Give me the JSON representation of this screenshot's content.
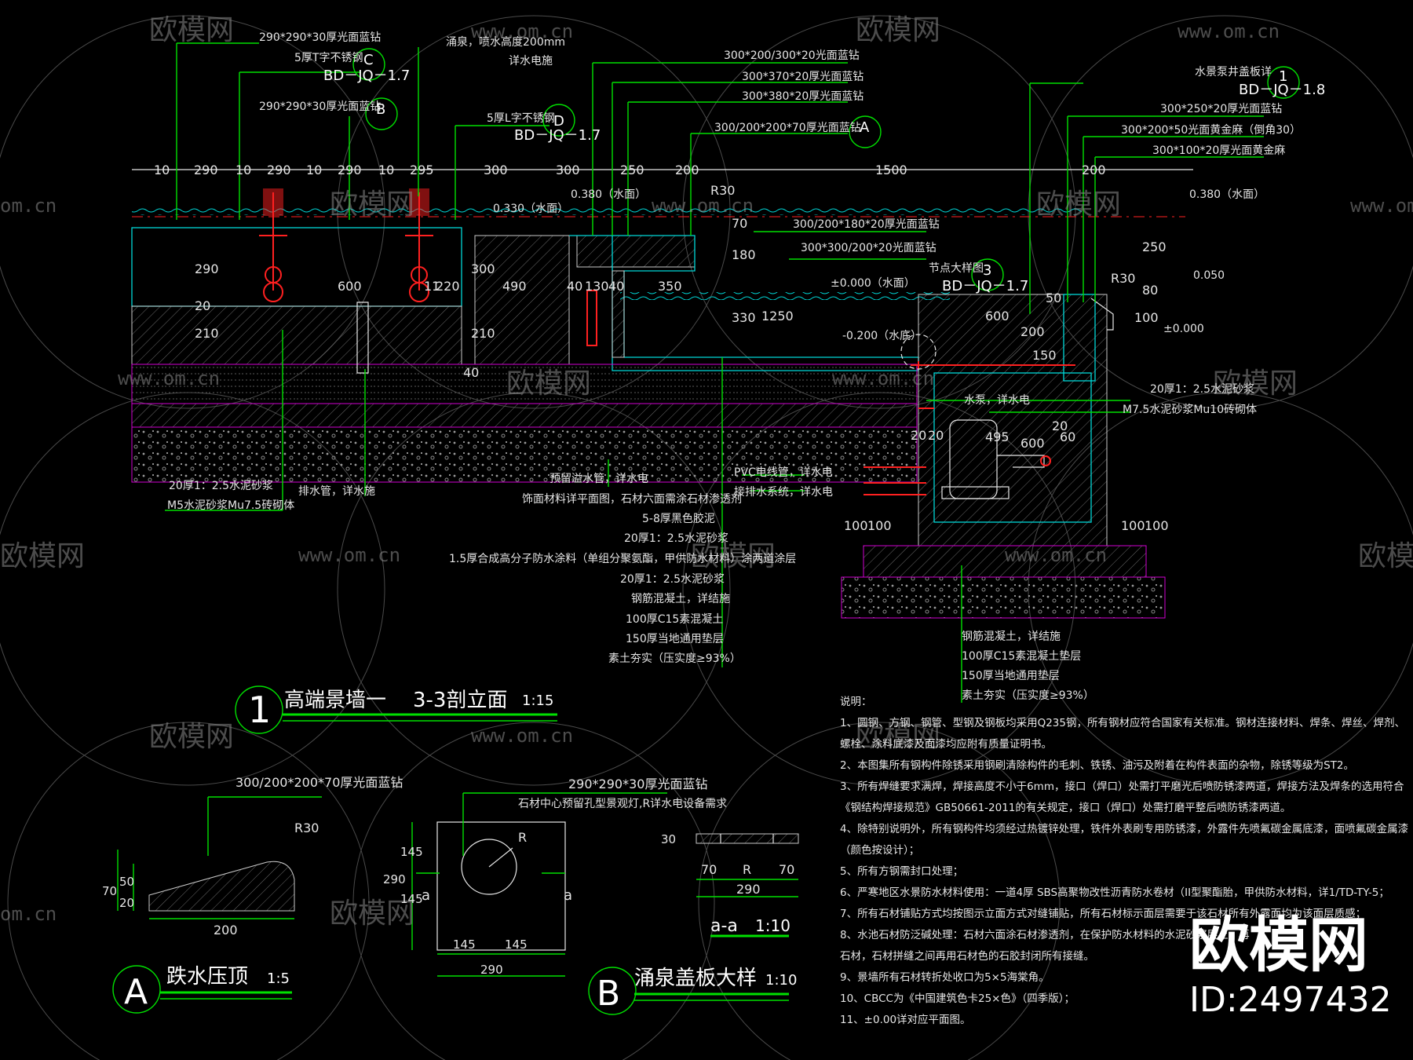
{
  "watermarks": {
    "brand": "欧模网",
    "url": "www.om.cn",
    "url_short": "om.cn"
  },
  "brand_stamp": {
    "name": "欧模网",
    "id": "ID:2497432"
  },
  "main_section": {
    "top_dims": [
      "10",
      "290",
      "10",
      "290",
      "10",
      "290",
      "10",
      "295",
      "300",
      "300",
      "250",
      "200",
      "1500",
      "200"
    ],
    "labels": [
      "290*290*30厚光面蓝钻",
      "涌泉，喷水高度200mm",
      "详水电施",
      "5厚T字不锈钢",
      "BD－JQ－1.7",
      "290*290*30厚光面蓝钻",
      "5厚L字不锈钢",
      "BD－JQ－1.7",
      "300*200/300*20光面蓝钻",
      "300*370*20厚光面蓝钻",
      "300*380*20厚光面蓝钻",
      "300/200*200*70厚光面蓝钻",
      "水景泵井盖板详",
      "BD－JQ－1.8",
      "300*250*20厚光面蓝钻",
      "300*200*50光面黄金麻（倒角30）",
      "300*100*20厚光面黄金麻",
      "0.330（水面）",
      "0.380（水面）",
      "0.380（水面）",
      "300/200*180*20厚光面蓝钻",
      "300*300/200*20光面蓝钻",
      "节点大样图",
      "BD－JQ－1.7",
      "±0.000（水面）",
      "0.050",
      "±0.000",
      "-0.200（水底）",
      "水泵，详水电",
      "20厚1：2.5水泥砂浆",
      "M7.5水泥砂浆Mu10砖砌体",
      "20厚1：2.5水泥砂浆",
      "M5水泥砂浆Mu7.5砖砌体",
      "排水管，详水施",
      "预留溢水管，详水电",
      "饰面材料详平面图，石材六面需涂石材渗透剂",
      "5-8厚黑色胶泥",
      "20厚1：2.5水泥砂浆",
      "1.5厚合成高分子防水涂料（单组分聚氨酯，甲供防水材料）涂两道涂层",
      "20厚1：2.5水泥砂浆",
      "钢筋混凝土，详结施",
      "100厚C15素混凝土",
      "150厚当地通用垫层",
      "素土夯实（压实度≥93%）",
      "PVC电线管，详水电",
      "接排水系统，详水电",
      "钢筋混凝土，详结施",
      "100厚C15素混凝土垫层",
      "150厚当地通用垫层",
      "素土夯实（压实度≥93%）"
    ],
    "inner_dims": [
      "600",
      "11",
      "220",
      "490",
      "40",
      "130",
      "40",
      "350",
      "1250",
      "600",
      "495",
      "600",
      "300",
      "210",
      "290",
      "20",
      "210",
      "70",
      "180",
      "330",
      "250",
      "80",
      "50",
      "100",
      "200",
      "150",
      "20",
      "20",
      "20",
      "60",
      "100",
      "100",
      "100",
      "100",
      "R30",
      "R30",
      "40"
    ],
    "callout_letters": [
      "C",
      "B",
      "D",
      "A",
      "3",
      "1"
    ],
    "title": {
      "num": "1",
      "name": "高端景墙一",
      "sub": "3-3剖立面",
      "scale": "1:15"
    }
  },
  "detail_a": {
    "label": "300/200*200*70厚光面蓝钻",
    "dims": [
      "70",
      "50",
      "20",
      "200",
      "R30"
    ],
    "title": {
      "num": "A",
      "name": "跌水压顶",
      "scale": "1:5"
    }
  },
  "detail_b": {
    "label1": "290*290*30厚光面蓝钻",
    "label2": "石材中心预留孔型景观灯,R详水电设备需求",
    "dims": [
      "145",
      "145",
      "290",
      "145",
      "145",
      "290",
      "R",
      "a",
      "a"
    ],
    "title": {
      "num": "B",
      "name": "涌泉盖板大样",
      "scale": "1:10"
    }
  },
  "detail_aa": {
    "dims": [
      "30",
      "70",
      "R",
      "70",
      "290"
    ],
    "title": "a-a",
    "scale": "1:10"
  },
  "notes": {
    "title": "说明：",
    "items": [
      "1、圆钢、方钢、钢管、型钢及钢板均采用Q235钢，所有钢材应符合国家有关标准。钢材连接材料、焊条、焊丝、焊剂、",
      "螺栓、涂料底漆及面漆均应附有质量证明书。",
      "2、本图集所有钢构件除锈采用钢刷清除构件的毛刺、铁锈、油污及附着在构件表面的杂物，除锈等级为ST2。",
      "3、所有焊缝要求满焊，焊接高度不小于6mm，接口（焊口）处需打平磨光后喷防锈漆两道，焊接方法及焊条的选用符合",
      "《钢结构焊接规范》GB50661-2011的有关规定，接口（焊口）处需打磨平整后喷防锈漆两道。",
      "4、除特别说明外，所有钢构件均须经过热镀锌处理，铁件外表刷专用防锈漆，外露件先喷氟碳金属底漆，面喷氟碳金属漆",
      "（颜色按设计）；",
      "5、所有方钢需封口处理；",
      "6、严寒地区水景防水材料使用：一道4厚 SBS高聚物改性沥青防水卷材（II型聚酯胎，甲供防水材料，详1/TD-TY-5；",
      "7、所有石材铺贴方式均按图示立面方式对缝铺贴，所有石材标示面层需要于该石材所有外露面均为该面层质感；",
      "8、水池石材防泛碱处理：石材六面涂石材渗透剂，在保护防水材料的水泥砂浆层上，再",
      "石材，石材拼缝之间再用石材色的石胶封闭所有接缝。",
      "9、景墙所有石材转折处收口为5×5海棠角。",
      "10、CBCC为《中国建筑色卡25×色》（四季版）；",
      "11、±0.00详对应平面图。"
    ]
  },
  "colors": {
    "bg": "#000000",
    "green": "#00e000",
    "cyan": "#00d8d8",
    "magenta": "#d000d0",
    "red": "#ff2020",
    "white": "#e8e8e8"
  }
}
